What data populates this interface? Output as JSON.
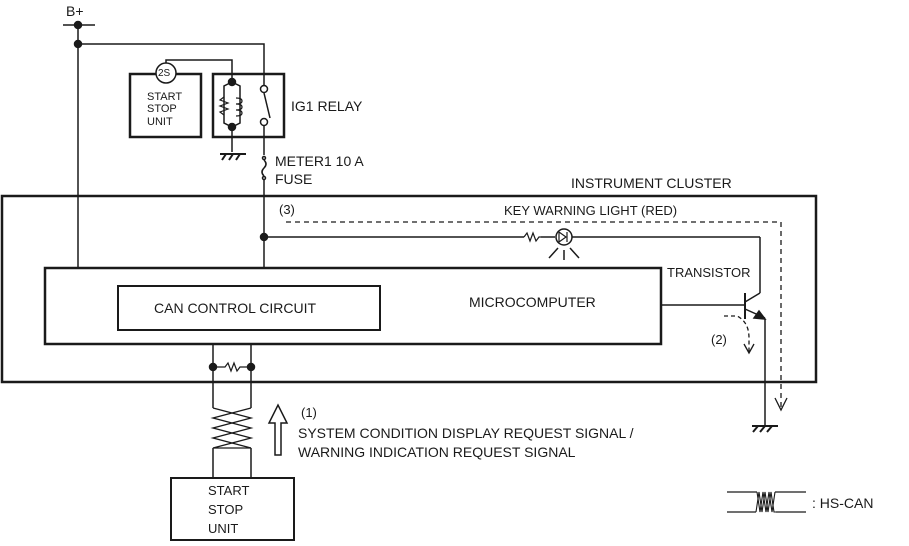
{
  "diagram": {
    "supply_label": "B+",
    "top_unit": {
      "connector": "2S",
      "lines": [
        "START",
        "STOP",
        "UNIT"
      ]
    },
    "relay_label": "IG1 RELAY",
    "fuse_label": [
      "METER1 10 A",
      "FUSE"
    ],
    "cluster_label": "INSTRUMENT CLUSTER",
    "path3_label": "(3)",
    "light_label": "KEY WARNING LIGHT (RED)",
    "transistor_label": "TRANSISTOR",
    "microcomputer_label": "MICROCOMPUTER",
    "can_label": "CAN CONTROL CIRCUIT",
    "path2_label": "(2)",
    "path1_label": "(1)",
    "signal_lines": [
      "SYSTEM CONDITION DISPLAY REQUEST SIGNAL /",
      "WARNING INDICATION REQUEST SIGNAL"
    ],
    "bottom_unit": {
      "lines": [
        "START",
        "STOP",
        "UNIT"
      ]
    },
    "legend_label": ": HS-CAN",
    "colors": {
      "line": "#1a1a1a",
      "background": "#ffffff"
    }
  }
}
